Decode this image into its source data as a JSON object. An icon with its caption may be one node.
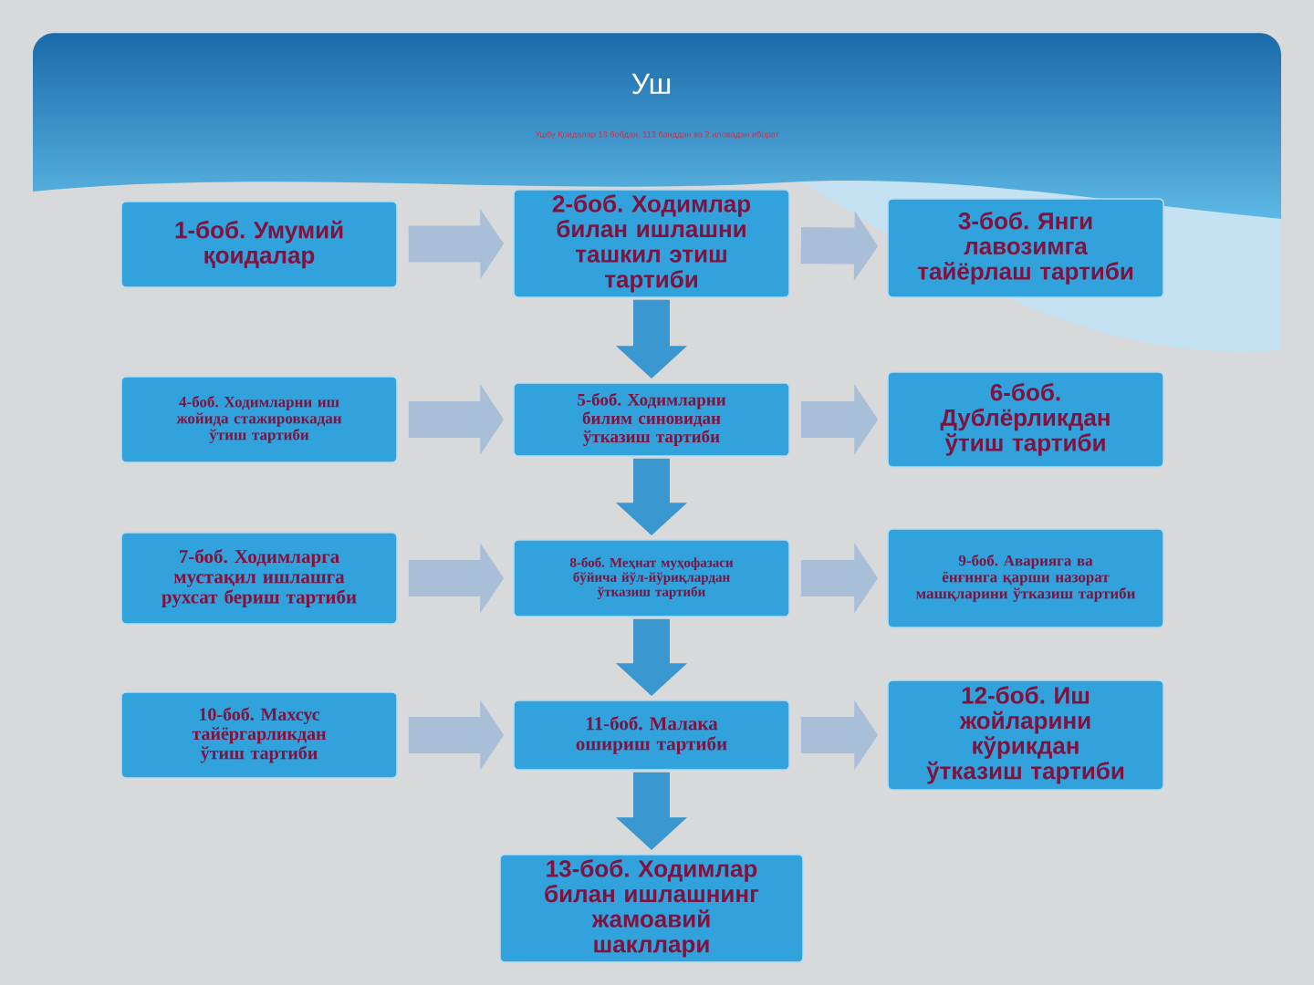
{
  "diagram": {
    "title": "Уш",
    "nodes": [
      {
        "text": [
          "1-боб. Умумий қоидалар"
        ]
      },
      {
        "text": [
          "2-боб. Ходимлар билан ишлашни ташкил этиш тартиби"
        ]
      },
      {
        "text": [
          "3-боб. Янги лавозимга тайёрлаш тартиби"
        ]
      },
      {
        "text": [
          "4-боб. Ходимларни иш жойида стажировкадан ўтиш тартиби"
        ]
      },
      {
        "text": [
          "5-боб. Ходимларни билим синовидан ўтказиш тартиби"
        ]
      },
      {
        "text": [
          "6-боб. Дублёрликдан ўтиш тартиби"
        ]
      },
      {
        "text": [
          "7-боб. Ходимларга мустақил ишлашга рухсат бериш тартиби"
        ]
      },
      {
        "text": [
          "8-боб. Меҳнат муҳофазаси бўйича йўл-йўриқлардан ўтказиш тартиби"
        ]
      },
      {
        "text": [
          "9-боб. Аварияга ва ёнғинга қарши назорат машқларини ўтказиш тартиби"
        ]
      },
      {
        "text": [
          "10-боб. Махсус тайёргарликдан ўтиш тартиби"
        ]
      },
      {
        "text": [
          "11-боб. Малака ошириш тартиби"
        ]
      },
      {
        "text": [
          "12-боб. Иш жойларини кўрикдан ўтказиш тартиби"
        ]
      },
      {
        "text": [
          "13-боб. Ходимлар билан ишлашнинг жамоавий шакллари"
        ]
      }
    ],
    "edges": [
      {
        "from": 0,
        "to": 1,
        "arrow": "to"
      },
      {
        "from": 1,
        "to": 2,
        "arrow": "to"
      },
      {
        "from": 1,
        "to": 4,
        "arrow": "to",
        "color": "#3a97cf"
      },
      {
        "from": 3,
        "to": 4,
        "arrow": "to"
      },
      {
        "from": 4,
        "to": 5,
        "arrow": "to"
      },
      {
        "from": 4,
        "to": 7,
        "arrow": "to",
        "color": "#3a97cf"
      },
      {
        "from": 6,
        "to": 7,
        "arrow": "to"
      },
      {
        "from": 7,
        "to": 8,
        "arrow": "to"
      },
      {
        "from": 7,
        "to": 10,
        "arrow": "to",
        "color": "#3a97cf"
      },
      {
        "from": 9,
        "to": 10,
        "arrow": "to"
      },
      {
        "from": 10,
        "to": 11,
        "arrow": "to"
      },
      {
        "from": 10,
        "to": 12,
        "arrow": "to",
        "color": "#3a97cf"
      }
    ],
    "labels": [
      "Ушбу Қоидалар 13 бобдан, 113 банддан ва 2 иловадан иборат"
    ]
  }
}
